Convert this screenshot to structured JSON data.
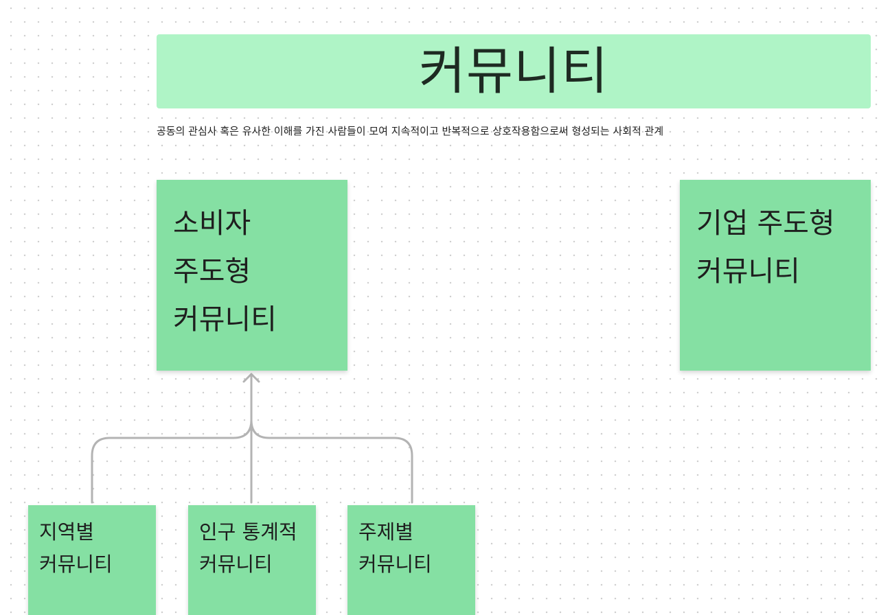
{
  "title": "커뮤니티",
  "definition": "공동의 관심사 혹은 유사한 이해를 가진 사람들이 모여 지속적이고 반복적으로 상호작용함으로써 형성되는 사회적 관계",
  "nodes": {
    "consumer_led": "소비자 주도형 커뮤니티",
    "corporate_led": "기업 주도형 커뮤니티",
    "regional": "지역별 커뮤니티",
    "demographic": "인구 통계적 커뮤니티",
    "topic": "주제별 커뮤니티"
  },
  "colors": {
    "banner": "#aff4c6",
    "sticky": "#85e0a3",
    "connector": "#b3b3b3",
    "canvas_dot": "#cfcfcf"
  }
}
